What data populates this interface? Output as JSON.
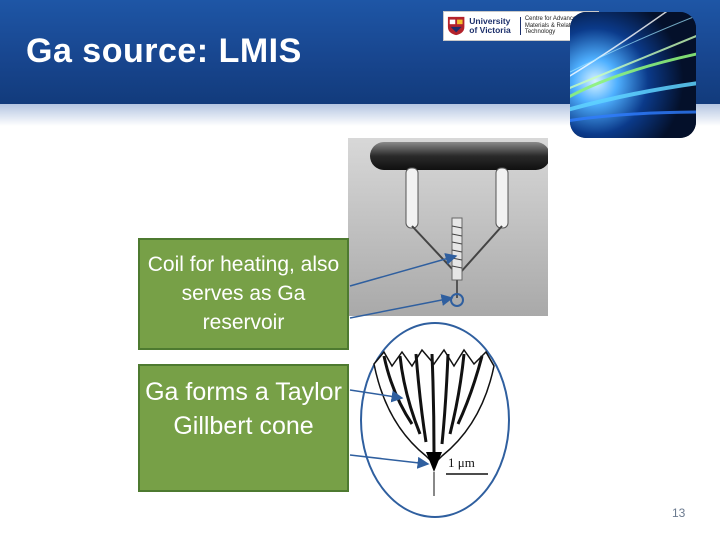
{
  "slide": {
    "title": "Ga source: LMIS",
    "page_number": "13"
  },
  "logo": {
    "university": "University of Victoria",
    "centre": "Centre for Advanced Materials & Related Technology"
  },
  "callouts": {
    "coil": "Coil for heating, also serves as Ga reservoir",
    "cone": "Ga forms a Taylor Gillbert cone"
  },
  "figure": {
    "scale_bar_label": "1 μm"
  },
  "colors": {
    "title_bar": "#1a4c98",
    "callout_fill": "#77a047",
    "callout_border": "#4e7a30",
    "arrow": "#2f5f9f"
  }
}
